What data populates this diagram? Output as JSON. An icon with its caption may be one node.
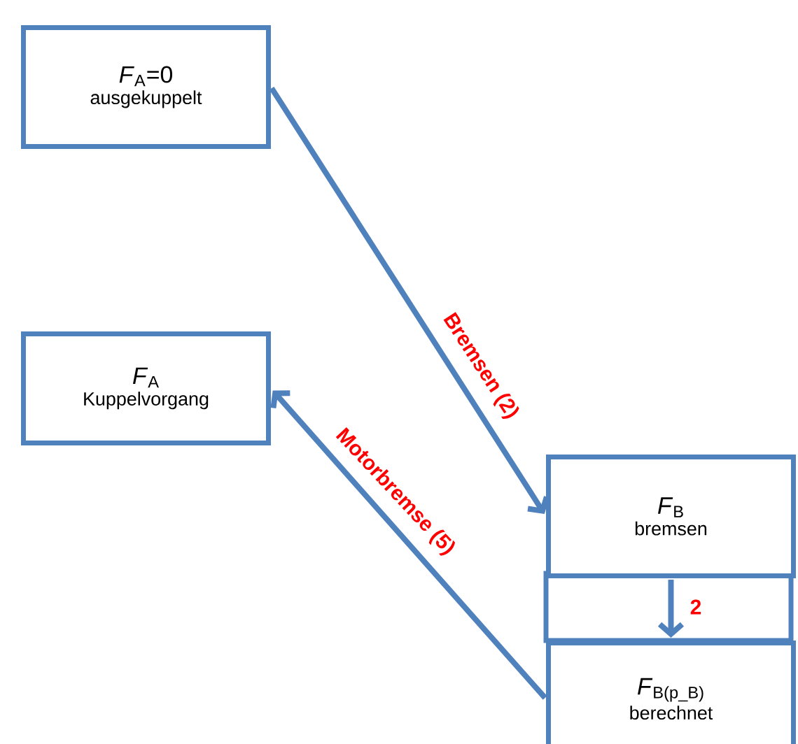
{
  "diagram": {
    "nodes": [
      {
        "text": [
          "*F*$_{A}$=0",
          "ausgekuppelt"
        ]
      },
      {
        "text": [
          "*F*$_{A}$",
          "Kuppelvorgang"
        ]
      },
      {
        "text": [
          "*F*$_{B}$",
          "bremsen"
        ]
      },
      {
        "text": [
          "*F*$_{B(p_B)}$",
          "berechnet"
        ]
      }
    ],
    "edges": [
      {
        "from": 0,
        "to": 2,
        "arrow": "to",
        "label": "Bremsen (2)"
      },
      {
        "from": 3,
        "to": 1,
        "arrow": "to",
        "label": "Motorbremse (5)"
      },
      {
        "from": 2,
        "to": 3,
        "arrow": "to",
        "label": "2"
      }
    ]
  }
}
